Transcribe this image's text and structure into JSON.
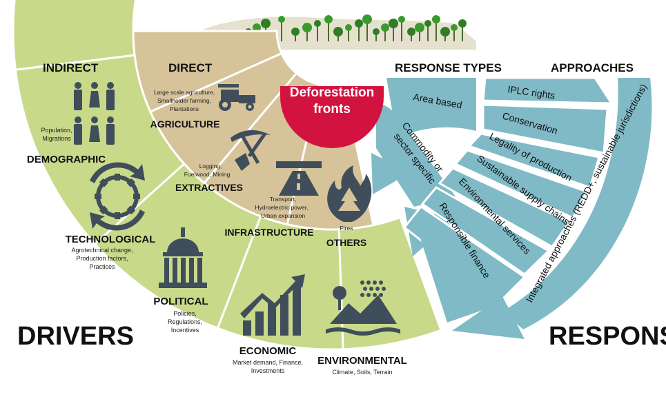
{
  "colors": {
    "green": "#c9d98a",
    "tan": "#d6c39a",
    "red": "#d2133f",
    "blue": "#7fbac6",
    "dark": "#34495a",
    "icon": "#3f4e5a",
    "border": "#ffffff",
    "text": "#111111"
  },
  "headers": {
    "indirect": "INDIRECT",
    "direct": "DIRECT",
    "response_types": "RESPONSE TYPES",
    "approaches": "APPROACHES"
  },
  "center": {
    "line1": "Deforestation",
    "line2": "fronts"
  },
  "drivers_label": "DRIVERS",
  "responses_label": "RESPONSES",
  "indirect": [
    {
      "title": "DEMOGRAPHIC",
      "details": [
        "Population,",
        "Migrations"
      ],
      "icon": "people-icon"
    },
    {
      "title": "TECHNOLOGICAL",
      "details": [
        "Agrotechnical change,",
        "Production factors,",
        "Practices"
      ],
      "icon": "gear-cycle-icon"
    },
    {
      "title": "POLITICAL",
      "details": [
        "Policies,",
        "Regulations,",
        "Incentives"
      ],
      "icon": "government-building-icon"
    },
    {
      "title": "ECONOMIC",
      "details": [
        "Market demand, Finance,",
        "Investments"
      ],
      "icon": "growth-chart-icon"
    },
    {
      "title": "ENVIRONMENTAL",
      "details": [
        "Climate, Soils, Terrain"
      ],
      "icon": "landscape-rain-icon"
    }
  ],
  "direct": [
    {
      "title": "AGRICULTURE",
      "details": [
        "Large scale agriculture,",
        "Smallholder farming,",
        "Plantations"
      ],
      "icon": "tractor-icon"
    },
    {
      "title": "EXTRACTIVES",
      "details": [
        "Logging,",
        "Fuelwood, Mining"
      ],
      "icon": "pickaxe-shovel-icon"
    },
    {
      "title": "INFRASTRUCTURE",
      "details": [
        "Transport,",
        "Hydroelectric power,",
        "Urban expansion"
      ],
      "icon": "road-icon"
    },
    {
      "title": "OTHERS",
      "details": [
        "Fires"
      ],
      "icon": "forest-fire-icon"
    }
  ],
  "response_types": [
    {
      "label": "Area based"
    },
    {
      "label_lines": [
        "Commodity or",
        "sector specific"
      ]
    }
  ],
  "approaches": [
    {
      "label": "IPLC rights"
    },
    {
      "label": "Conservation"
    },
    {
      "label": "Legality of production"
    },
    {
      "label": "Sustainable supply chains"
    },
    {
      "label": "Environmental services"
    },
    {
      "label": "Responsible finance"
    },
    {
      "label": "Integrated approaches (REDD+, sustainable jurisdictions)"
    }
  ],
  "forest_icon": "forest-landscape-icon"
}
